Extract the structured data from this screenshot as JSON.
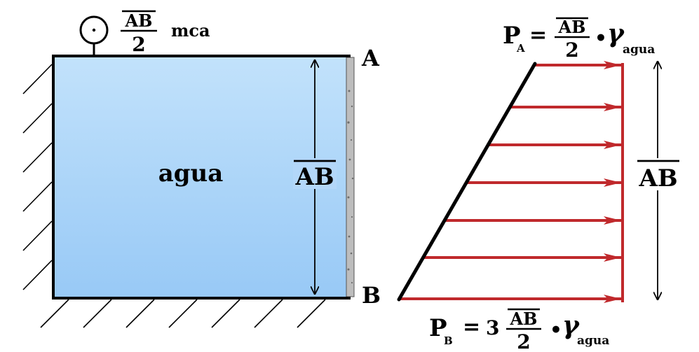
{
  "tank": {
    "fluid_label": "agua",
    "top_label": "A",
    "bottom_label": "B",
    "height_label": "AB"
  },
  "gauge": {
    "numerator": "AB",
    "denominator": "2",
    "unit": "mca"
  },
  "pressure_diagram": {
    "height_label": "AB",
    "p_a": {
      "symbol": "P",
      "sub": "A",
      "eq": "=",
      "numerator": "AB",
      "denominator": "2",
      "dot": "•",
      "gamma": "γ",
      "gamma_sub": "agua"
    },
    "p_b": {
      "symbol": "P",
      "sub": "B",
      "eq": "=",
      "coef": "3",
      "numerator": "AB",
      "denominator": "2",
      "dot": "•",
      "gamma": "γ",
      "gamma_sub": "agua"
    }
  },
  "colors": {
    "water_top": "#c2e2fb",
    "water_bottom": "#98c9f6",
    "wall": "#000000",
    "arrow": "#c0292c",
    "concrete": "#bdbdbd"
  }
}
